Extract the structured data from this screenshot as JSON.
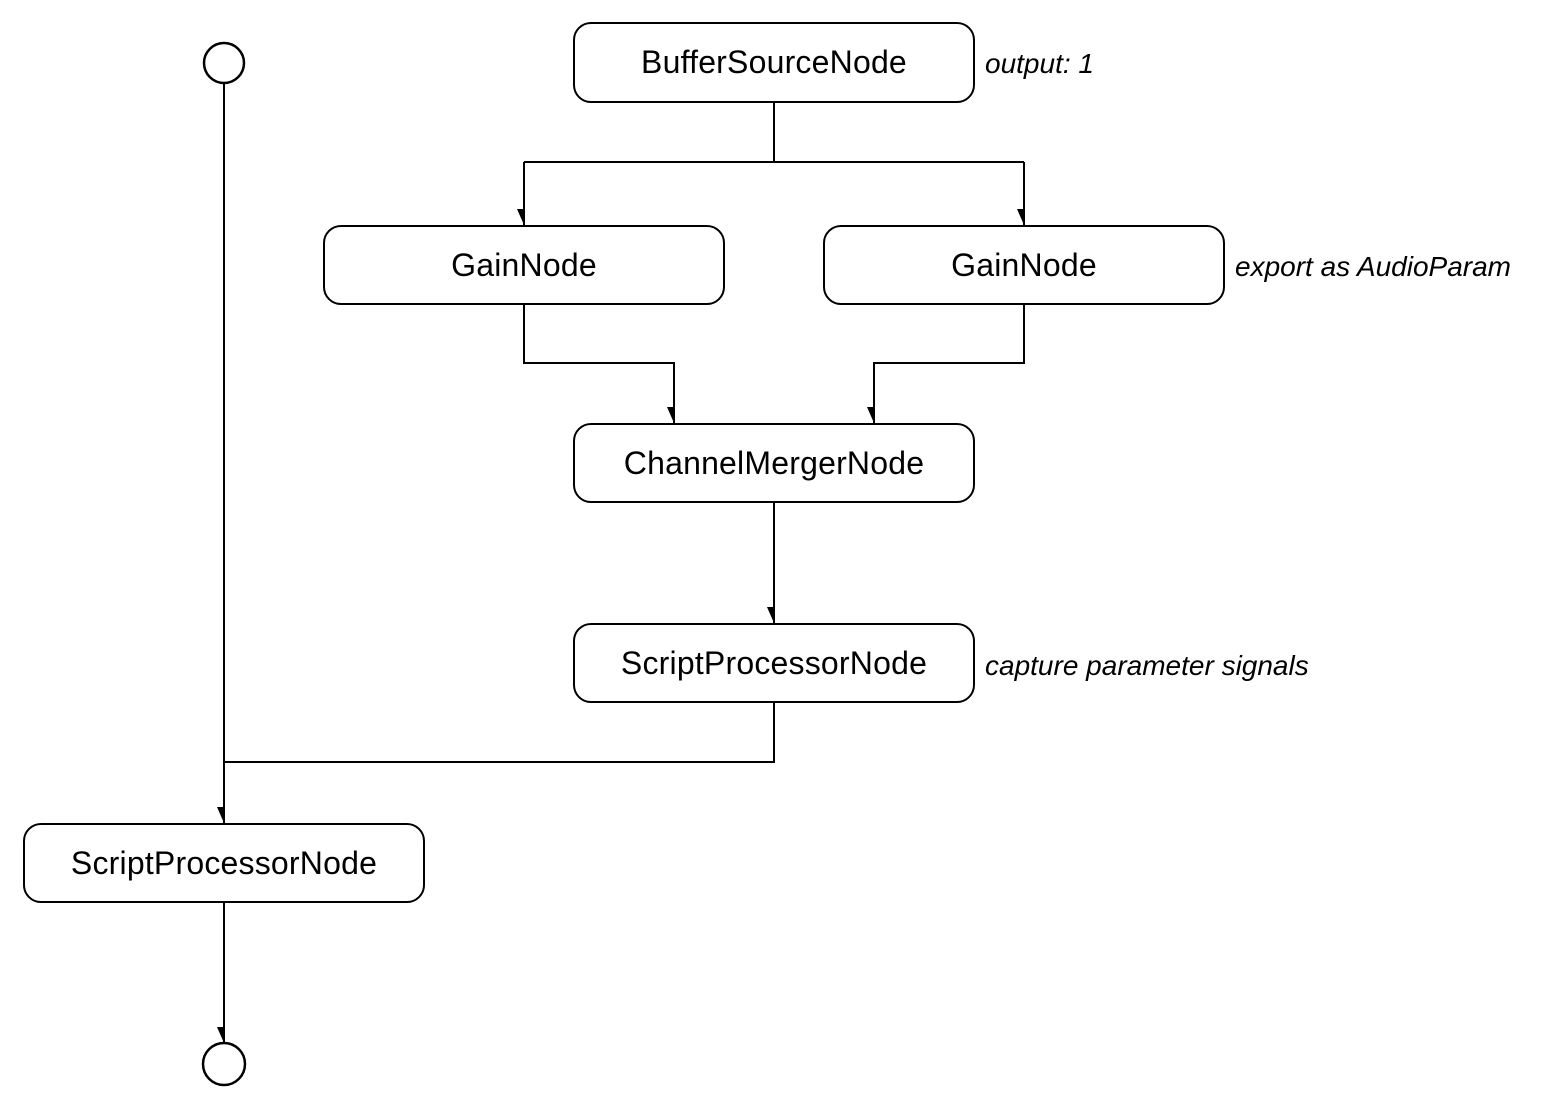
{
  "diagram": {
    "background": "#ffffff",
    "line_color": "#000000",
    "node_fill": "#ffffff",
    "node_border_color": "#000000",
    "nodes": [
      {
        "id": "buffer-source",
        "label": "BufferSourceNode",
        "annotation": "output: 1"
      },
      {
        "id": "gain-left",
        "label": "GainNode",
        "annotation": ""
      },
      {
        "id": "gain-right",
        "label": "GainNode",
        "annotation": "export as AudioParam"
      },
      {
        "id": "channel-merger",
        "label": "ChannelMergerNode",
        "annotation": ""
      },
      {
        "id": "script-processor-capture",
        "label": "ScriptProcessorNode",
        "annotation": "capture parameter signals"
      },
      {
        "id": "script-processor-out",
        "label": "ScriptProcessorNode",
        "annotation": ""
      }
    ],
    "terminals": [
      {
        "id": "start-terminal"
      },
      {
        "id": "end-terminal"
      }
    ],
    "edges": [
      {
        "from": "buffer-source",
        "to": "gain-left"
      },
      {
        "from": "buffer-source",
        "to": "gain-right"
      },
      {
        "from": "gain-left",
        "to": "channel-merger"
      },
      {
        "from": "gain-right",
        "to": "channel-merger"
      },
      {
        "from": "channel-merger",
        "to": "script-processor-capture"
      },
      {
        "from": "script-processor-capture",
        "to": "script-processor-out"
      },
      {
        "from": "start-terminal",
        "to": "script-processor-out"
      },
      {
        "from": "script-processor-out",
        "to": "end-terminal"
      }
    ]
  }
}
